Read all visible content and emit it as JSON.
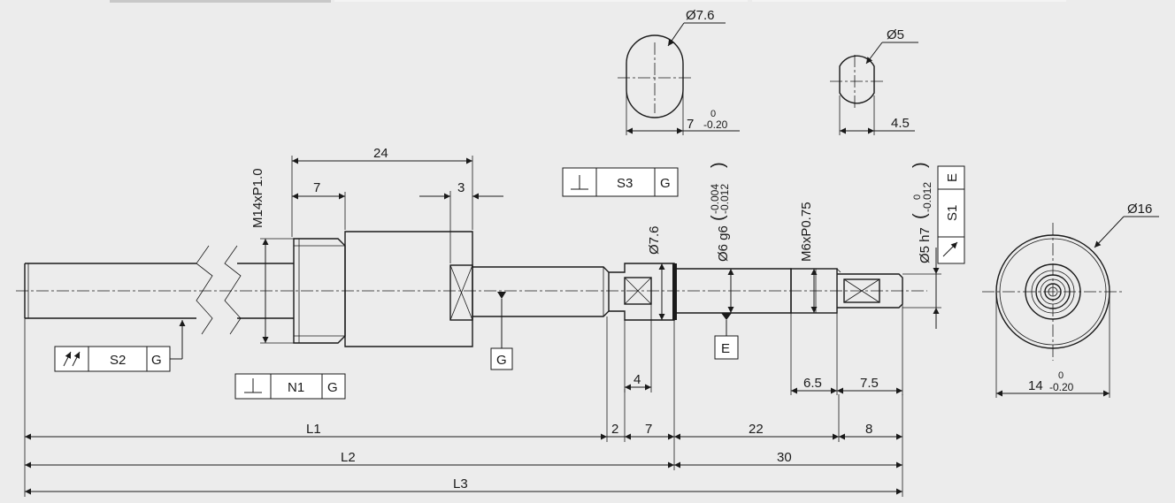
{
  "dims": {
    "d_7_6_top": "Ø7.6",
    "d_5_top": "Ø5",
    "w_7": "7",
    "tol_0": "0",
    "tol_m020": "-0.20",
    "w_4_5": "4.5",
    "len_24": "24",
    "len_7": "7",
    "len_3": "3",
    "thread_m14": "M14xP1.0",
    "d_7_6_side": "Ø7.6",
    "d_6_g6": "Ø6 g6",
    "tol_m0004": "-0.004",
    "tol_m0012": "-0.012",
    "thread_m6": "M6xP0.75",
    "d_5_h7": "Ø5 h7",
    "d_16": "Ø16",
    "w_14": "14",
    "len_4": "4",
    "len_6_5": "6.5",
    "len_7_5": "7.5",
    "len_2": "2",
    "len_7b": "7",
    "len_22": "22",
    "len_8": "8",
    "len_30": "30",
    "L1": "L1",
    "L2": "L2",
    "L3": "L3"
  },
  "frames": {
    "s3": {
      "symbol": "⊥",
      "value": "S3",
      "datum": "G"
    },
    "s1": {
      "value": "S1",
      "datum": "E"
    },
    "s2": {
      "value": "S2",
      "datum": "G"
    },
    "n1": {
      "symbol": "⊥",
      "value": "N1",
      "datum": "G"
    }
  },
  "datums": {
    "g": "G",
    "e": "E"
  }
}
